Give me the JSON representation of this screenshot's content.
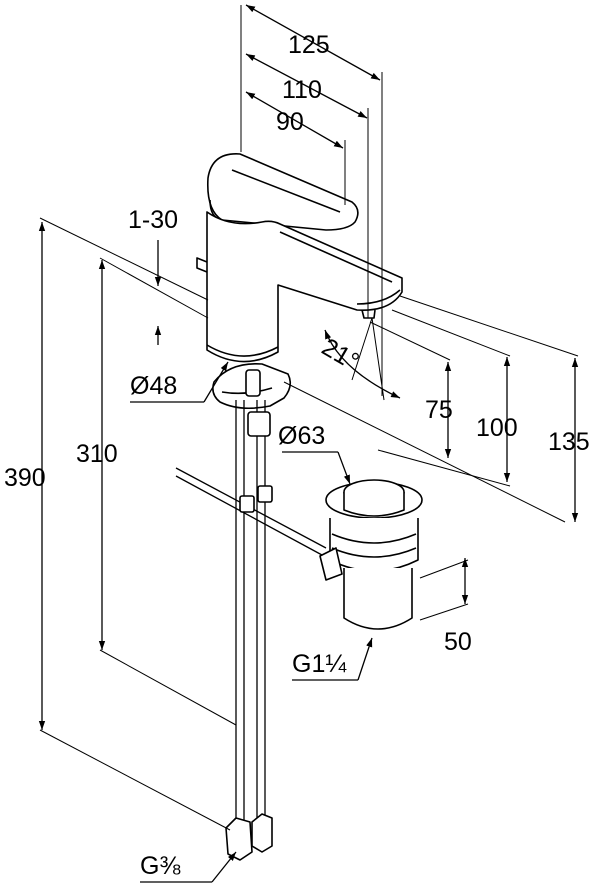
{
  "dimensions": {
    "width_125": "125",
    "width_110": "110",
    "width_90": "90",
    "lever_range": "1-30",
    "spout_angle": "21°",
    "body_diameter": "Ø48",
    "drain_diameter": "Ø63",
    "height_75": "75",
    "height_100": "100",
    "height_135": "135",
    "height_390": "390",
    "height_310": "310",
    "drain_height": "50",
    "drain_thread": "G1¼",
    "hose_thread": "G⅜"
  }
}
